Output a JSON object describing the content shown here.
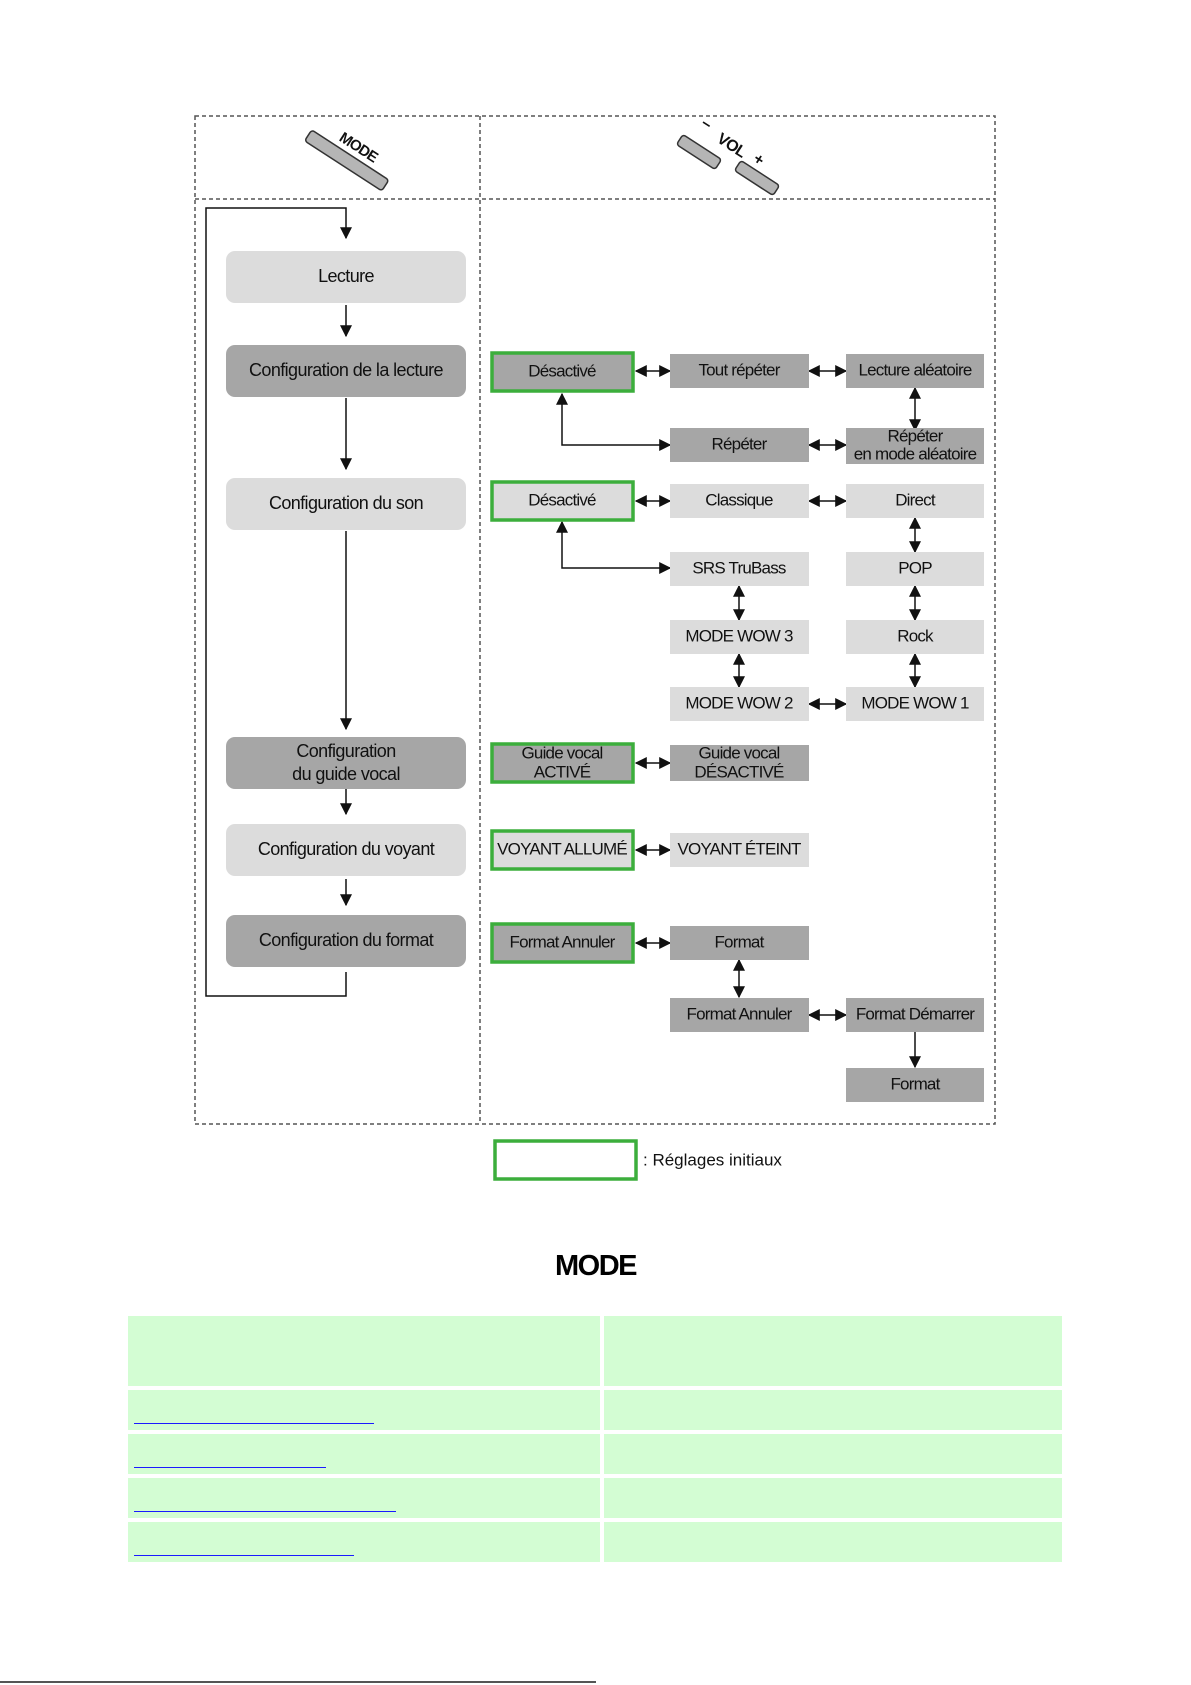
{
  "header": {
    "mode_button_label": "MODE",
    "vol_minus": "–",
    "vol_label": "VOL",
    "vol_plus": "+"
  },
  "modes": {
    "lecture": "Lecture",
    "config_lecture": "Configuration de la lecture",
    "config_son": "Configuration du son",
    "config_guide_l1": "Configuration",
    "config_guide_l2": "du guide vocal",
    "config_voyant": "Configuration du voyant",
    "config_format": "Configuration du format"
  },
  "lecture_options": {
    "desactive": "Désactivé",
    "tout_repeter": "Tout répéter",
    "aleatoire": "Lecture aléatoire",
    "repeter": "Répéter",
    "repeter_aleatoire_l1": "Répéter",
    "repeter_aleatoire_l2": "en mode aléatoire"
  },
  "son_options": {
    "desactive": "Désactivé",
    "classique": "Classique",
    "direct": "Direct",
    "srs": "SRS TruBass",
    "pop": "POP",
    "wow3": "MODE WOW 3",
    "rock": "Rock",
    "wow2": "MODE WOW 2",
    "wow1": "MODE WOW 1"
  },
  "guide_options": {
    "active_l1": "Guide vocal",
    "active_l2": "ACTIVÉ",
    "desactive_l1": "Guide vocal",
    "desactive_l2": "DÉSACTIVÉ"
  },
  "voyant_options": {
    "allume": "VOYANT ALLUMÉ",
    "eteint": "VOYANT ÉTEINT"
  },
  "format_options": {
    "annuler_initial": "Format Annuler",
    "format": "Format",
    "annuler": "Format Annuler",
    "demarrer": "Format Démarrer",
    "format_final": "Format"
  },
  "legend": {
    "label": ": Réglages initiaux"
  },
  "section_title": "MODE",
  "colors": {
    "initial_border": "#3cae3c",
    "box_dark": "#a6a6a6",
    "box_light": "#dcdcdc",
    "table_bg": "#d3fdd3",
    "link": "#1a1aff"
  }
}
